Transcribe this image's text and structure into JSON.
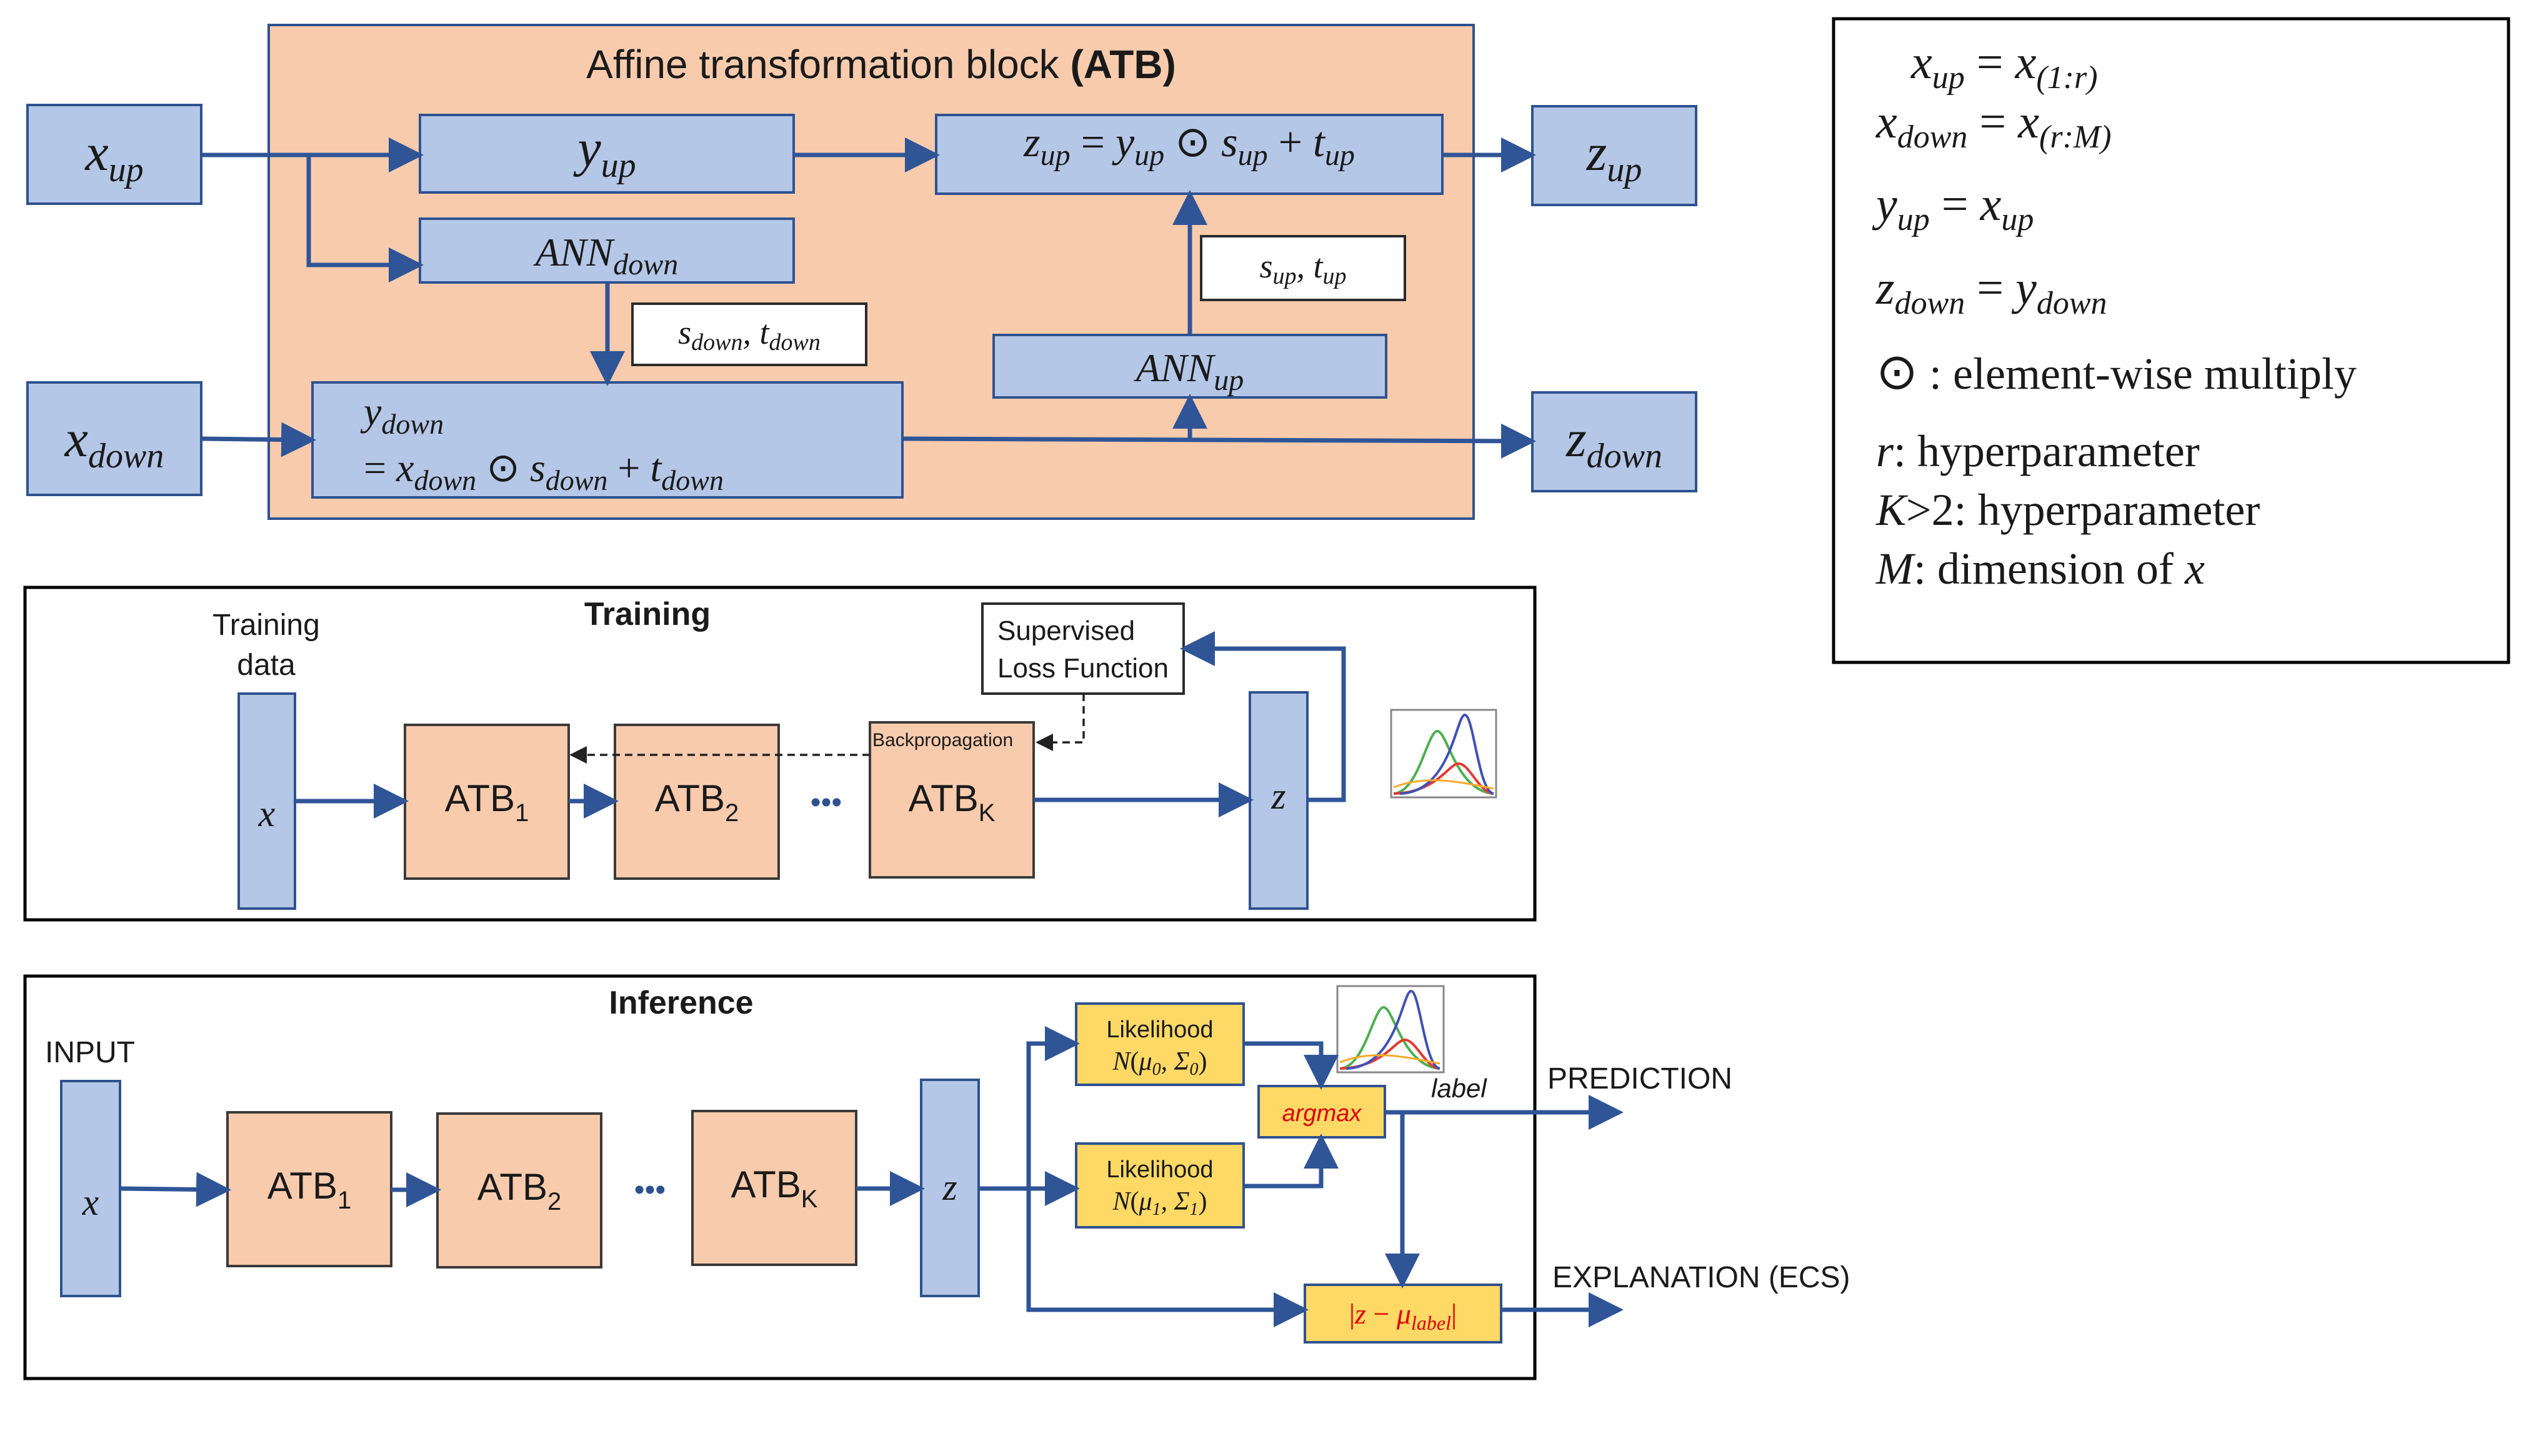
{
  "atb": {
    "title_plain": "Affine transformation block",
    "title_bold": "(ATB)",
    "x_up": {
      "base": "x",
      "sub": "up"
    },
    "x_down": {
      "base": "x",
      "sub": "down"
    },
    "y_up": {
      "base": "y",
      "sub": "up"
    },
    "ann_down": {
      "base": "ANN",
      "sub": "down"
    },
    "ann_up": {
      "base": "ANN",
      "sub": "up"
    },
    "z_up_formula": {
      "z": "z",
      "z_sub": "up",
      "eq": " = ",
      "y": "y",
      "y_sub": "up",
      "odot": " ⊙ ",
      "s": "s",
      "s_sub": "up",
      "plus": " + ",
      "t": "t",
      "t_sub": "up"
    },
    "s_down_t_down": {
      "s": "s",
      "s_sub": "down",
      "comma": ", ",
      "t": "t",
      "t_sub": "down"
    },
    "s_up_t_up": {
      "s": "s",
      "s_sub": "up",
      "comma": ", ",
      "t": "t",
      "t_sub": "up"
    },
    "y_down_line1": {
      "base": "y",
      "sub": "down"
    },
    "y_down_line2": {
      "eq": "= ",
      "x": "x",
      "x_sub": "down",
      "odot": " ⊙ ",
      "s": "s",
      "s_sub": "down",
      "plus": " + ",
      "t": "t",
      "t_sub": "down"
    },
    "z_up": {
      "base": "z",
      "sub": "up"
    },
    "z_down": {
      "base": "z",
      "sub": "down"
    }
  },
  "legend": {
    "l1": {
      "a": "x",
      "a_sub": "up",
      "eq": " = ",
      "b": "x",
      "b_sub": "(1:r)"
    },
    "l2": {
      "a": "x",
      "a_sub": "down",
      "eq": " = ",
      "b": "x",
      "b_sub": "(r:M)"
    },
    "l3": {
      "a": "y",
      "a_sub": "up",
      "eq": " = ",
      "b": "x",
      "b_sub": "up"
    },
    "l4": {
      "a": "z",
      "a_sub": "down",
      "eq": " = ",
      "b": "y",
      "b_sub": "down"
    },
    "l5": {
      "sym": "⊙",
      "text": " : element-wise multiply"
    },
    "l6": {
      "sym": "r",
      "text": ": hyperparameter"
    },
    "l7": {
      "sym": "K",
      "text": ">2: hyperparameter"
    },
    "l8": {
      "sym": "M",
      "text": ": dimension of ",
      "sym2": "x"
    }
  },
  "training": {
    "title": "Training",
    "data_label_1": "Training",
    "data_label_2": "data",
    "x": "x",
    "atb1": {
      "base": "ATB",
      "sub": "1"
    },
    "atb2": {
      "base": "ATB",
      "sub": "2"
    },
    "ellipsis": "•••",
    "atbk": {
      "base": "ATB",
      "sub": "K"
    },
    "backprop": "Backpropagation",
    "loss_1": "Supervised",
    "loss_2": "Loss Function",
    "z": "z"
  },
  "inference": {
    "title": "Inference",
    "input": "INPUT",
    "x": "x",
    "atb1": {
      "base": "ATB",
      "sub": "1"
    },
    "atb2": {
      "base": "ATB",
      "sub": "2"
    },
    "ellipsis": "•••",
    "atbk": {
      "base": "ATB",
      "sub": "K"
    },
    "z": "z",
    "lik0_title": "Likelihood",
    "lik0_formula": {
      "n": "N",
      "open": "(",
      "mu": "μ",
      "mu_sub": "0",
      "comma": ", ",
      "sig": "Σ",
      "sig_sub": "0",
      "close": ")"
    },
    "lik1_title": "Likelihood",
    "lik1_formula": {
      "n": "N",
      "open": "(",
      "mu": "μ",
      "mu_sub": "1",
      "comma": ", ",
      "sig": "Σ",
      "sig_sub": "1",
      "close": ")"
    },
    "argmax": "argmax",
    "label": "label",
    "prediction": "PREDICTION",
    "explanation": "EXPLANATION (ECS)",
    "ecs_formula": {
      "open": "|",
      "z": "z",
      "minus": " − ",
      "mu": "μ",
      "mu_sub": "label",
      "close": "|"
    }
  },
  "colors": {
    "box_blue": "#b4c7e7",
    "box_orange": "#f8cbad",
    "box_yellow": "#ffd966",
    "arrow_blue": "#2f5597",
    "red_text": "#e00000"
  },
  "icons": [
    "gaussian-curves-icon"
  ]
}
